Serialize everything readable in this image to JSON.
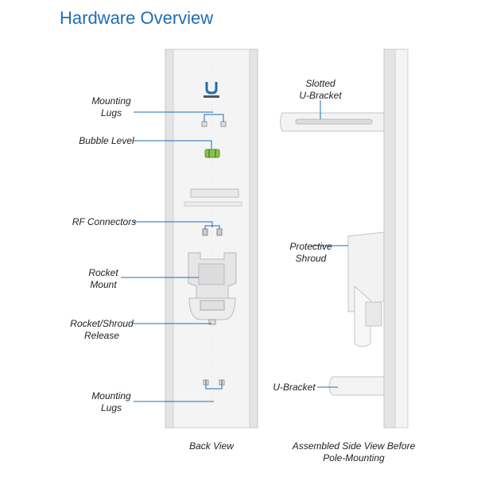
{
  "page": {
    "title": "Hardware Overview"
  },
  "back_view": {
    "labels": {
      "mounting_lugs_top": [
        "Mounting",
        "Lugs"
      ],
      "bubble_level": "Bubble Level",
      "rf_connectors": "RF Connectors",
      "rocket_mount": [
        "Rocket",
        "Mount"
      ],
      "rocket_shroud_release": [
        "Rocket/Shroud",
        "Release"
      ],
      "mounting_lugs_bottom": [
        "Mounting",
        "Lugs"
      ]
    },
    "caption": "Back View"
  },
  "side_view": {
    "labels": {
      "slotted_u_bracket": [
        "Slotted",
        "U-Bracket"
      ],
      "protective_shroud": [
        "Protective",
        "Shroud"
      ],
      "u_bracket": "U-Bracket"
    },
    "caption": [
      "Assembled Side View Before",
      "Pole-Mounting"
    ]
  },
  "colors": {
    "title": "#1f6db4",
    "callout_line": "#1f6db4",
    "logo": "#1f6db4",
    "bubble_level": "#8bc34a",
    "device_fill": "#f2f2f2",
    "device_edge": "#c8c8c8"
  }
}
